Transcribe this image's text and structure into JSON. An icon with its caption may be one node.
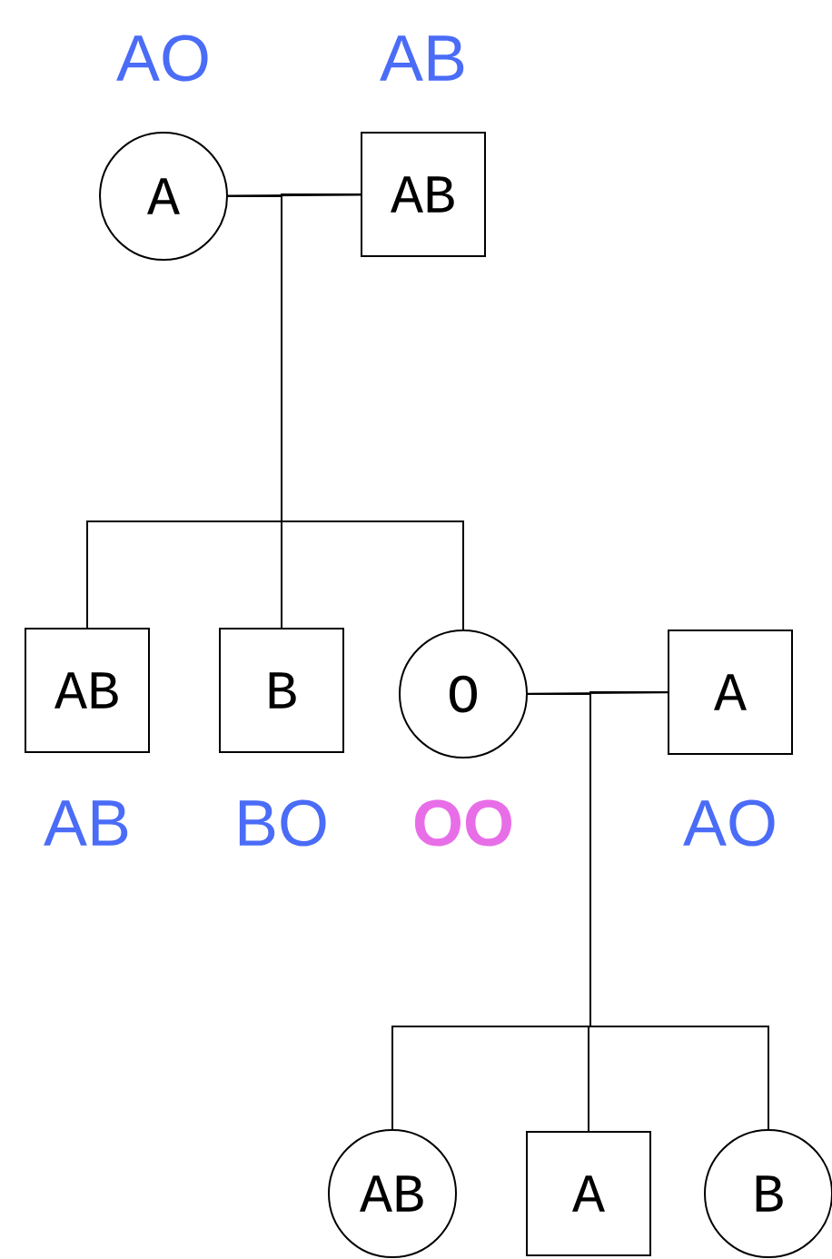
{
  "diagram": {
    "nodes": [
      {
        "text": [
          "A"
        ],
        "beside": [
          "AO"
        ]
      },
      {
        "text": [
          "AB"
        ],
        "beside": [
          "AB"
        ]
      },
      {
        "text": [
          "AB"
        ],
        "beside": [
          "AB"
        ]
      },
      {
        "text": [
          "B"
        ],
        "beside": [
          "BO"
        ]
      },
      {
        "text": [
          "O"
        ],
        "beside": [
          "OO"
        ]
      },
      {
        "text": [
          "A"
        ],
        "beside": [
          "AO"
        ]
      },
      {
        "text": [
          "AB"
        ]
      },
      {
        "text": [
          "A"
        ]
      },
      {
        "text": [
          "B"
        ]
      }
    ],
    "edges": [
      {
        "from": 0,
        "to": 1,
        "arrow": "none"
      },
      {
        "from": 0,
        "to": 2,
        "arrow": "none"
      },
      {
        "from": 1,
        "to": 2,
        "arrow": "none"
      },
      {
        "from": 0,
        "to": 3,
        "arrow": "none"
      },
      {
        "from": 1,
        "to": 3,
        "arrow": "none"
      },
      {
        "from": 0,
        "to": 4,
        "arrow": "none"
      },
      {
        "from": 1,
        "to": 4,
        "arrow": "none"
      },
      {
        "from": 4,
        "to": 5,
        "arrow": "none"
      },
      {
        "from": 4,
        "to": 6,
        "arrow": "none"
      },
      {
        "from": 5,
        "to": 6,
        "arrow": "none"
      },
      {
        "from": 4,
        "to": 7,
        "arrow": "none"
      },
      {
        "from": 5,
        "to": 7,
        "arrow": "none"
      },
      {
        "from": 4,
        "to": 8,
        "arrow": "none"
      },
      {
        "from": 5,
        "to": 8,
        "arrow": "none"
      }
    ]
  }
}
